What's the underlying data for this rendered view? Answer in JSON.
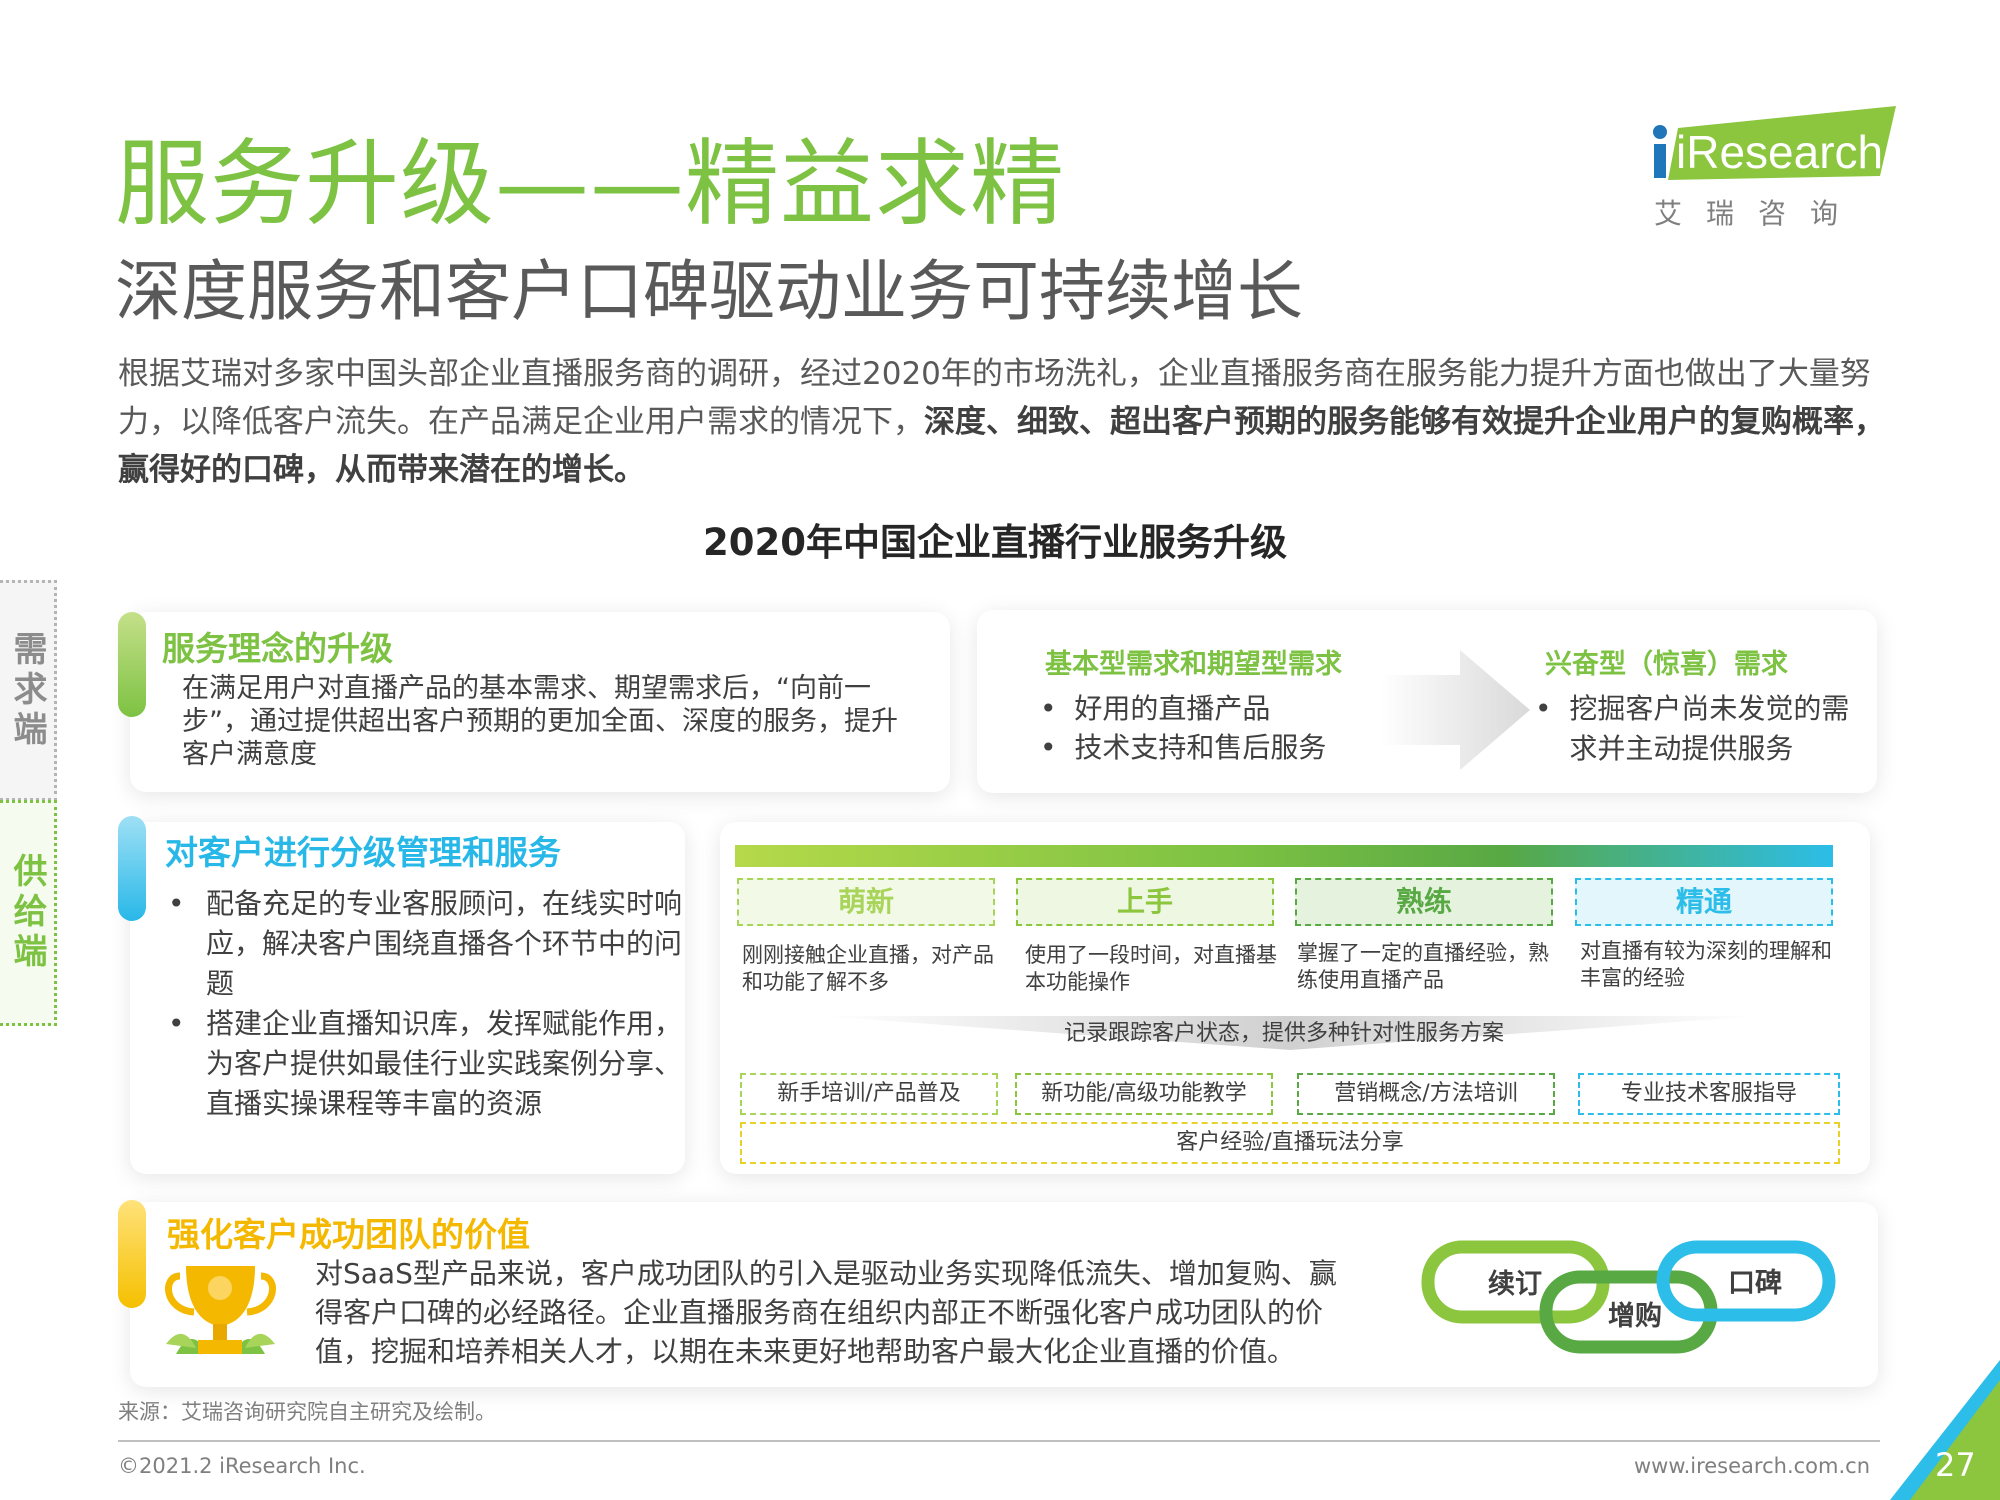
{
  "header": {
    "title": "服务升级——精益求精",
    "subtitle": "深度服务和客户口碑驱动业务可持续增长",
    "logo_text": "iResearch",
    "logo_cn": "艾瑞咨询"
  },
  "intro": {
    "part1": "根据艾瑞对多家中国头部企业直播服务商的调研，经过2020年的市场洗礼，企业直播服务商在服务能力提升方面也做出了大量努力，以降低客户流失。在产品满足企业用户需求的情况下，",
    "bold": "深度、细致、超出客户预期的服务能够有效提升企业用户的复购概率，赢得好的口碑，从而带来潜在的增长。"
  },
  "figure_title": "2020年中国企业直播行业服务升级",
  "side_tabs": {
    "demand": "需求端",
    "supply": "供给端"
  },
  "section1": {
    "heading": "服务理念的升级",
    "text": "在满足用户对直播产品的基本需求、期望需求后，“向前一步”，通过提供超出客户预期的更加全面、深度的服务，提升客户满意度",
    "left_head": "基本型需求和期望型需求",
    "left_items": [
      "好用的直播产品",
      "技术支持和售后服务"
    ],
    "right_head": "兴奋型（惊喜）需求",
    "right_items": [
      "挖掘客户尚未发觉的需求并主动提供服务"
    ]
  },
  "section2": {
    "heading": "对客户进行分级管理和服务",
    "bullets": [
      "配备充足的专业客服顾问，在线实时响应，解决客户围绕直播各个环节中的问题",
      "搭建企业直播知识库，发挥赋能作用，为客户提供如最佳行业实践案例分享、直播实操课程等丰富的资源"
    ],
    "levels": [
      {
        "name": "萌新",
        "desc": "刚刚接触企业直播，对产品和功能了解不多",
        "color": "#a8d45a",
        "bg": "#f2f9e6"
      },
      {
        "name": "上手",
        "desc": "使用了一段时间，对直播基本功能操作",
        "color": "#8cc63f",
        "bg": "#eef7e2"
      },
      {
        "name": "熟练",
        "desc": "掌握了一定的直播经验，熟练使用直播产品",
        "color": "#58a844",
        "bg": "#e5f2de"
      },
      {
        "name": "精通",
        "desc": "对直播有较为深刻的理解和丰富的经验",
        "color": "#2cbde8",
        "bg": "#e3f6fc"
      }
    ],
    "tracking": "记录跟踪客户状态，提供多种针对性服务方案",
    "services": [
      {
        "label": "新手培训/产品普及",
        "color": "#a8d45a"
      },
      {
        "label": "新功能/高级功能教学",
        "color": "#8cc63f"
      },
      {
        "label": "营销概念/方法培训",
        "color": "#58a844"
      },
      {
        "label": "专业技术客服指导",
        "color": "#2cbde8"
      }
    ],
    "shared": "客户经验/直播玩法分享"
  },
  "section3": {
    "heading": "强化客户成功团队的价值",
    "text": "对SaaS型产品来说，客户成功团队的引入是驱动业务实现降低流失、增加复购、赢得客户口碑的必经路径。企业直播服务商在组织内部正不断强化客户成功团队的价值，挖掘和培养相关人才，以期在未来更好地帮助客户最大化企业直播的价值。",
    "rings": [
      "续订",
      "增购",
      "口碑"
    ]
  },
  "footer": {
    "source": "来源：艾瑞咨询研究院自主研究及绘制。",
    "copyright": "©2021.2 iResearch Inc.",
    "url": "www.iresearch.com.cn",
    "page": "27"
  },
  "colors": {
    "green": "#7dc243",
    "blue": "#28b8e8",
    "yellow": "#f5b800",
    "gray_text": "#595959"
  }
}
